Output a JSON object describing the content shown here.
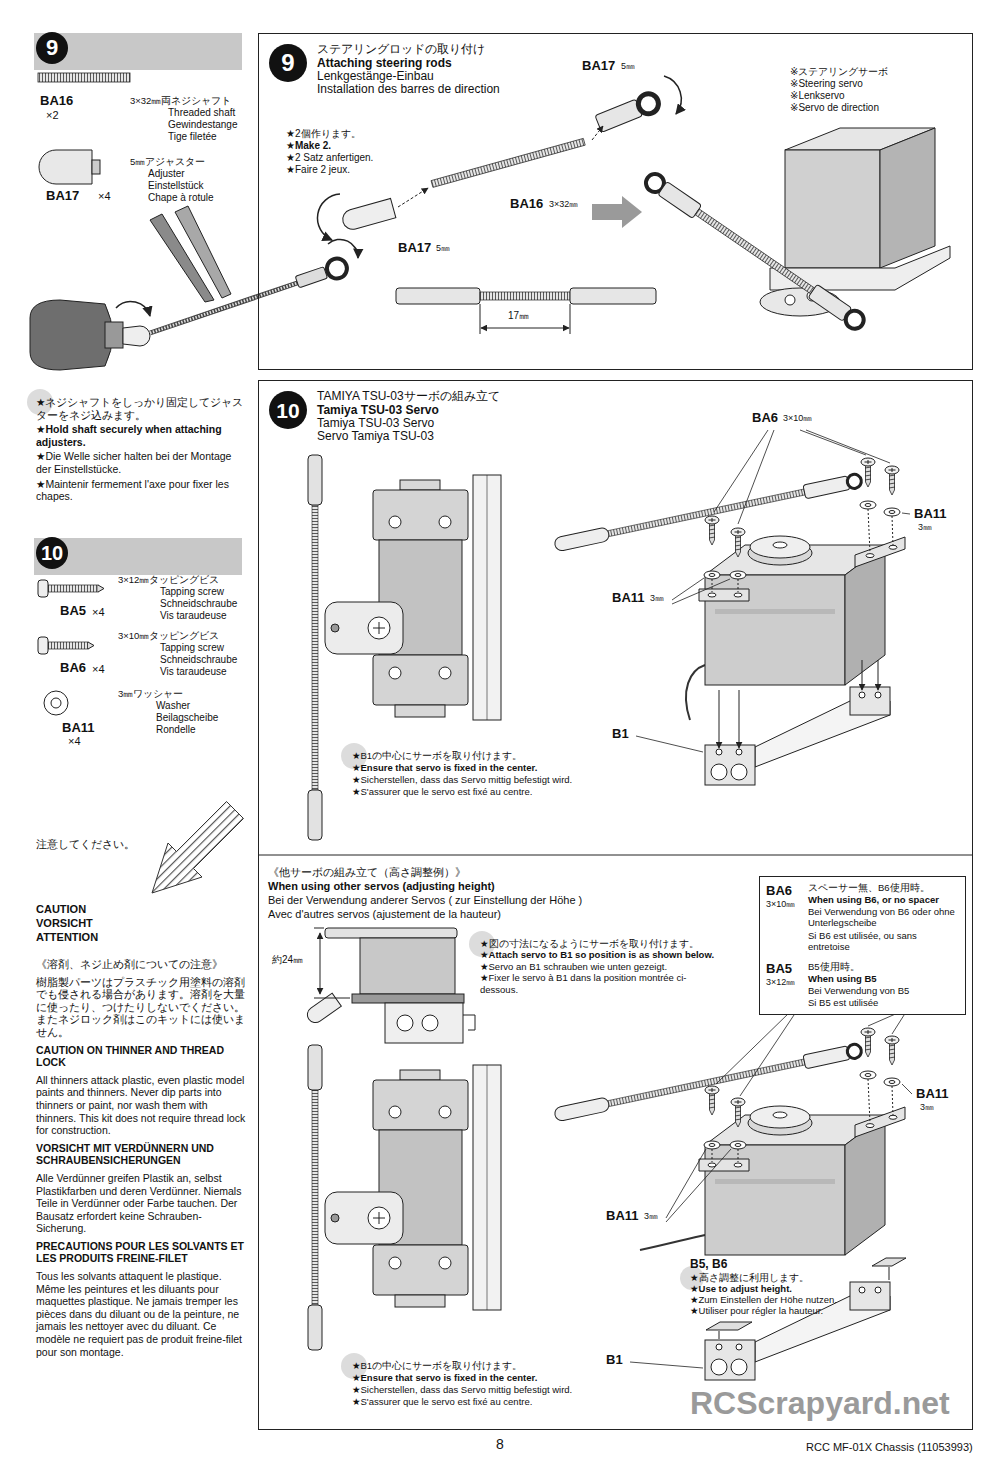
{
  "diagram": {
    "nodes": [
      {
        "text": [
          "9"
        ]
      },
      {
        "text": [
          "9",
          "ステアリングロッドの取り付け",
          "Attaching steering rods",
          "Lenkgestänge-Einbau",
          "Installation des barres de direction"
        ]
      },
      {
        "text": [
          "10"
        ]
      },
      {
        "text": [
          "10",
          "TAMIYA TSU-03サーボの組み立て",
          "Tamiya TSU-03 Servo",
          "Tamiya TSU-03 Servo",
          "Servo Tamiya TSU-03"
        ]
      },
      {
        "text": [
          "BA6",
          "3×10㎜",
          "スペーサー無、B6使用時。",
          "When using B6, or no spacer",
          "Bei Verwendung von B6 oder ohne Unterlegscheibe",
          "Si B6 est utilisée, ou sans entretoise",
          "BA5",
          "3×12㎜",
          "B5使用時。",
          "When using B5",
          "Bei Verwendung von B5",
          "Si B5 est utilisée"
        ],
        "in": 3
      }
    ],
    "labels": [
      "BA16",
      "×2",
      "3×32㎜両ネジシャフト",
      "Threaded shaft",
      "Gewindestange",
      "Tige filetée",
      "5㎜アジャスター",
      "Adjuster",
      "Einstellstück",
      "Chape à rotule",
      "BA17",
      "×4",
      "★ネジシャフトをしっかり固定してジャスターをネジ込みます。",
      "★Hold shaft securely when attaching adjusters.",
      "★Die Welle sicher halten bei der Montage der Einstellstücke.",
      "★Maintenir fermement l'axe pour fixer les chapes.",
      "BA5",
      "×4",
      "3×12㎜タッピングビス",
      "Tapping screw",
      "Schneidschraube",
      "Vis taraudeuse",
      "BA6",
      "×4",
      "3×10㎜タッピングビス",
      "Tapping screw",
      "Schneidschraube",
      "Vis taraudeuse",
      "BA11",
      "×4",
      "3㎜ワッシャー",
      "Washer",
      "Beilagscheibe",
      "Rondelle",
      "注意してください。",
      "CAUTION",
      "VORSICHT",
      "ATTENTION",
      "《溶剤、ネジ止め剤についての注意》",
      "樹脂製パーツはプラスチック用塗料の溶剤でも侵される場合があります。溶剤を大量に使ったり、つけたりしないでください。またネジロック剤はこのキットには使いません。",
      "CAUTION ON THINNER AND THREAD LOCK",
      "All thinners attack plastic, even plastic model paints and thinners. Never dip parts into thinners or paint, nor wash them with thinners. This kit does not require thread lock for construction.",
      "VORSICHT MIT VERDÜNNERN UND SCHRAUBENSICHERUNGEN",
      "Alle Verdünner greifen Plastik an, selbst Plastikfarben und deren Verdünner. Niemals Teile in Verdünner oder Farbe tauchen. Der Bausatz erfordert keine Schrauben-Sicherung.",
      "PRECAUTIONS POUR LES SOLVANTS ET LES PRODUITS FREINE-FILET",
      "Tous les solvants attaquent le plastique. Même les peintures et les diluants pour maquettes plastique. Ne jamais tremper les pièces dans du diluant ou de la peinture, ne jamais les nettoyer avec du diluant. Ce modèle ne requiert pas de produit freine-filet pour son montage.",
      "BA17",
      "5㎜",
      "★2個作ります。",
      "★Make 2.",
      "★2 Satz anfertigen.",
      "★Faire 2 jeux.",
      "BA16",
      "3×32㎜",
      "BA17",
      "5㎜",
      "17㎜",
      "※ステアリングサーボ",
      "※Steering servo",
      "※Lenkservo",
      "※Servo de direction",
      "BA6",
      "3×10㎜",
      "BA11",
      "3㎜",
      "BA11",
      "3㎜",
      "B1",
      "★B1の中心にサーボを取り付けます。",
      "★Ensure that servo is fixed in the center.",
      "★Sicherstellen, dass das Servo mittig befestigt wird.",
      "★S'assurer que le servo est fixé au centre.",
      "《他サーボの組み立て（高さ調整例）》",
      "When using other servos (adjusting height)",
      "Bei der Verwendung anderer Servos ( zur Einstellung der Höhe )",
      "Avec d'autres servos (ajustement de la hauteur)",
      "約24㎜",
      "★図の寸法になるようにサーボを取り付けます。",
      "★Attach servo to B1 so position is as shown below.",
      "★Servo an B1 schrauben wie unten gezeigt.",
      "★Fixer le servo à B1 dans la position montrée ci-dessous.",
      "BA11",
      "3㎜",
      "BA11",
      "3㎜",
      "B5, B6",
      "★高さ調整に利用します。",
      "★Use to adjust height.",
      "★Zum Einstellen der Höhe nutzen.",
      "★Utiliser pour régler la hauteur.",
      "B1",
      "★B1の中心にサーボを取り付けます。",
      "★Ensure that servo is fixed in the center.",
      "★Sicherstellen, dass das Servo mittig befestigt wird.",
      "★S'assurer que le servo est fixé au centre.",
      "8",
      "RCC MF-01X Chassis (11053993)",
      "RCScrapyard.net"
    ]
  }
}
